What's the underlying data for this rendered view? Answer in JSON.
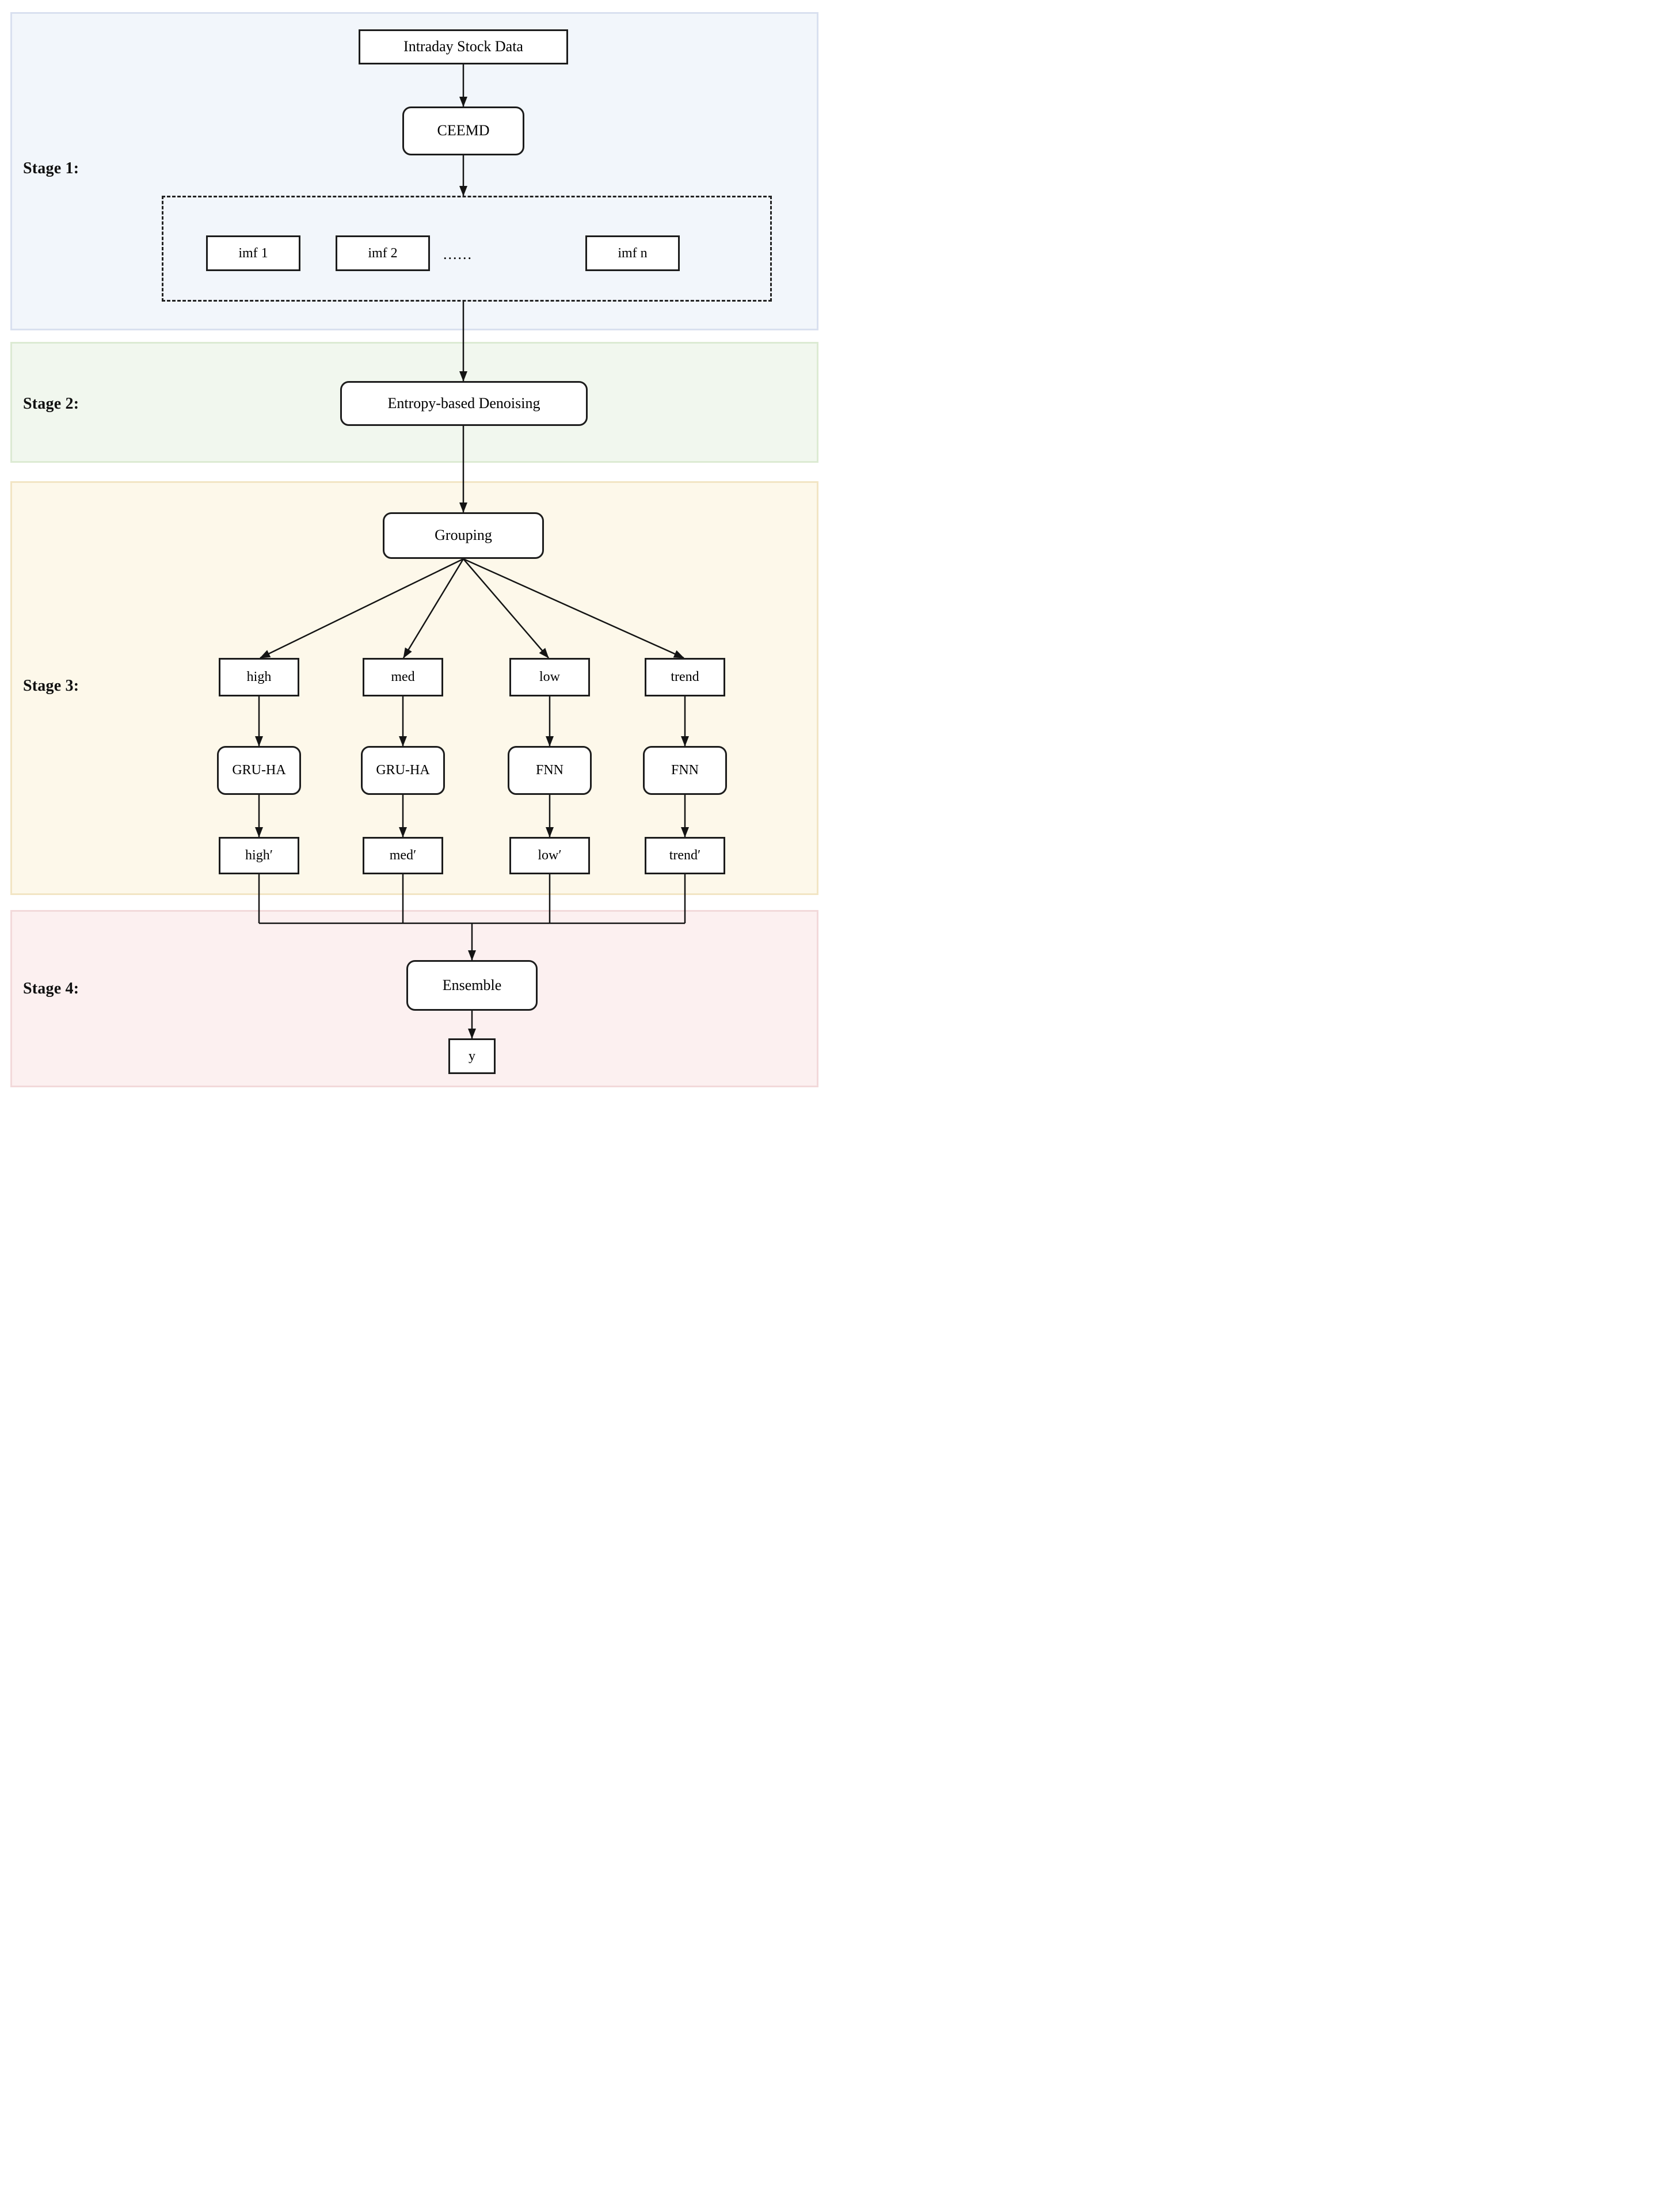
{
  "stages": [
    {
      "label": "Stage 1:",
      "fill": "#f2f6fb",
      "border": "#d9e0ef"
    },
    {
      "label": "Stage 2:",
      "fill": "#f1f7ee",
      "border": "#dcead3"
    },
    {
      "label": "Stage 3:",
      "fill": "#fdf8ea",
      "border": "#f2e5c4"
    },
    {
      "label": "Stage 4:",
      "fill": "#fcf0f0",
      "border": "#f2d9da"
    }
  ],
  "nodes": {
    "intraday": "Intraday Stock Data",
    "ceemd": "CEEMD",
    "imf1": "imf 1",
    "imf2": "imf 2",
    "imf_dots": "......",
    "imfn": "imf n",
    "entropy": "Entropy-based Denoising",
    "grouping": "Grouping",
    "high": "high",
    "med": "med",
    "low": "low",
    "trend": "trend",
    "model_high": "GRU-HA",
    "model_med": "GRU-HA",
    "model_low": "FNN",
    "model_trend": "FNN",
    "high_prime": "high′",
    "med_prime": "med′",
    "low_prime": "low′",
    "trend_prime": "trend′",
    "ensemble": "Ensemble",
    "output": "y"
  },
  "colors": {
    "node_border": "#1c1c1c",
    "node_fill": "#ffffff",
    "connector": "#141414",
    "background": "#ffffff"
  }
}
